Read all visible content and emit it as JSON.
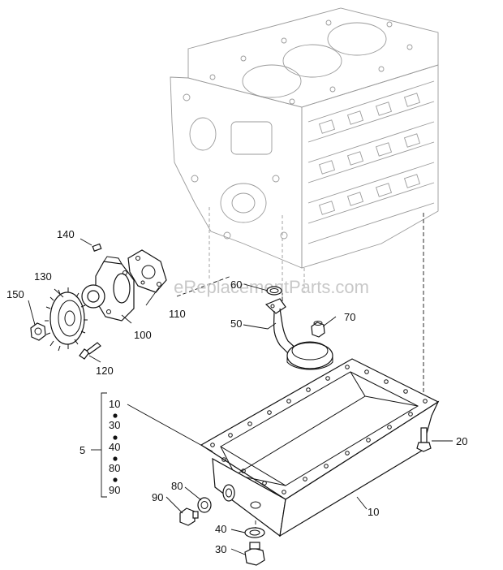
{
  "watermark": "eReplacementParts.com",
  "callouts": {
    "c140": "140",
    "c130": "130",
    "c150": "150",
    "c110": "110",
    "c100": "100",
    "c120": "120",
    "c60": "60",
    "c50": "50",
    "c70": "70",
    "c20": "20",
    "c10_pan": "10",
    "c80": "80",
    "c90": "90",
    "c40": "40",
    "c30": "30",
    "kit_group": "5"
  },
  "kit": {
    "members": [
      "10",
      "30",
      "40",
      "80",
      "90"
    ]
  }
}
